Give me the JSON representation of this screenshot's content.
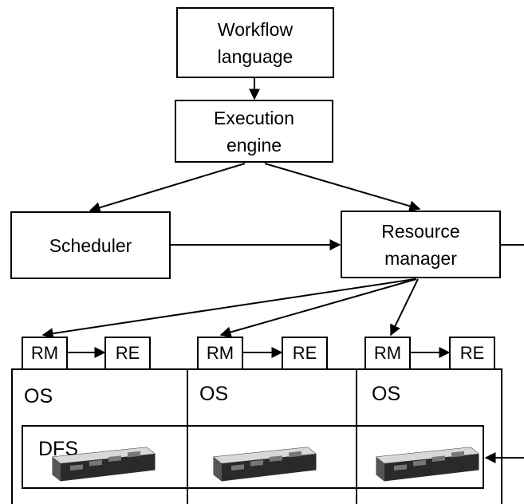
{
  "nodes": {
    "workflow_language": "Workflow\nlanguage",
    "execution_engine": "Execution\nengine",
    "scheduler": "Scheduler",
    "resource_manager": "Resource\nmanager"
  },
  "workers": [
    {
      "rm": "RM",
      "re": "RE",
      "os": "OS"
    },
    {
      "rm": "RM",
      "re": "RE",
      "os": "OS"
    },
    {
      "rm": "RM",
      "re": "RE",
      "os": "OS"
    }
  ],
  "dfs": "DFS",
  "icons": [
    "server-blade-icon"
  ]
}
